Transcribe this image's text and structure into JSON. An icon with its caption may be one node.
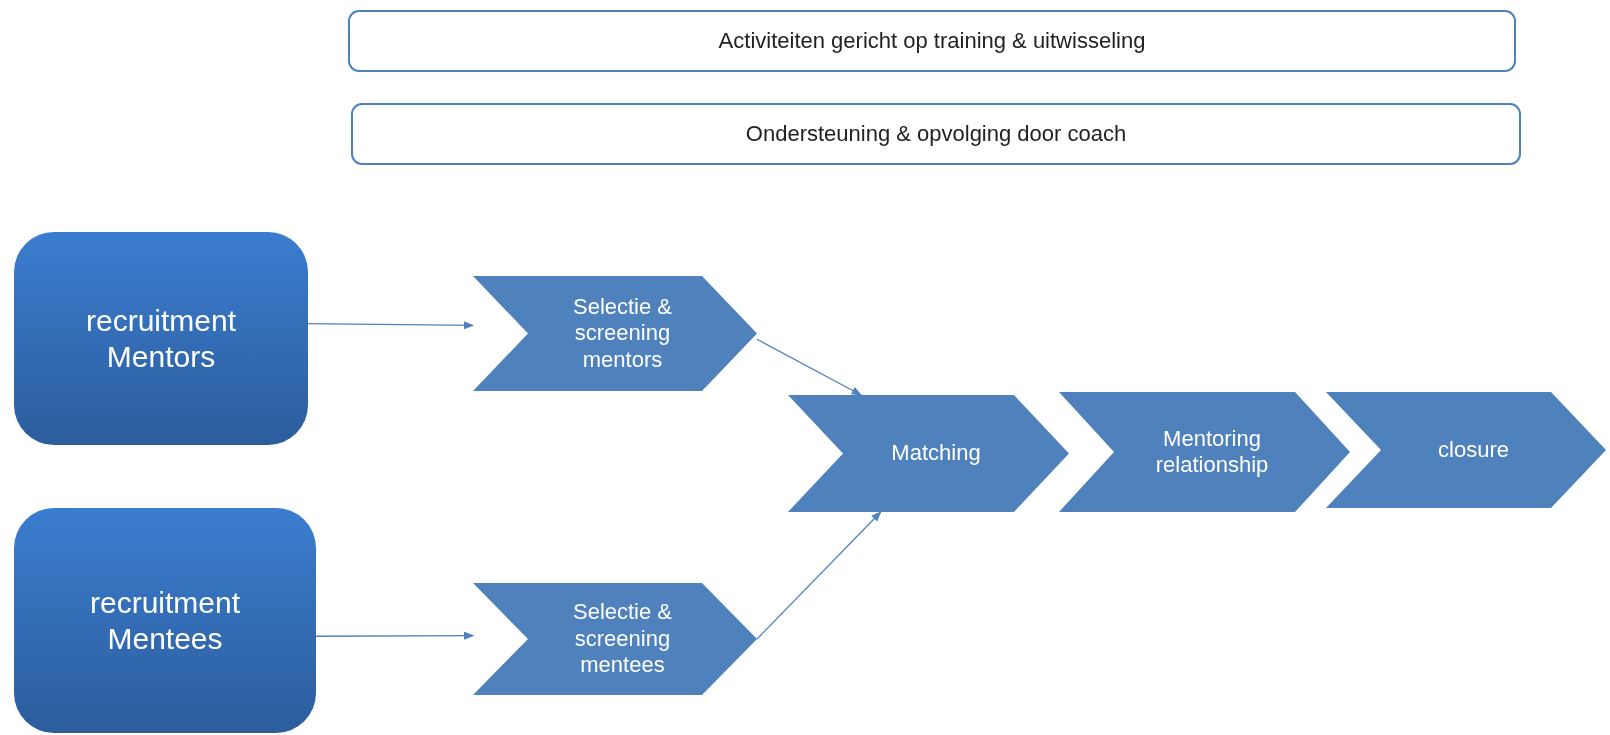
{
  "diagram": {
    "nodes": [
      {
        "text": [
          "Activiteiten gericht op training & uitwisseling"
        ]
      },
      {
        "text": [
          "Ondersteuning & opvolging door coach"
        ]
      },
      {
        "text": [
          "recruitment Mentors"
        ]
      },
      {
        "text": [
          "recruitment Mentees"
        ]
      },
      {
        "text": [
          "Selectie & screening mentors"
        ]
      },
      {
        "text": [
          "Selectie & screening mentees"
        ]
      },
      {
        "text": [
          "Matching"
        ]
      },
      {
        "text": [
          "Mentoring relationship"
        ]
      },
      {
        "text": [
          "closure"
        ]
      }
    ],
    "edges": [
      {
        "from": 2,
        "to": 4,
        "arrow": "to"
      },
      {
        "from": 4,
        "to": 6,
        "arrow": "to"
      },
      {
        "from": 3,
        "to": 5,
        "arrow": "to"
      },
      {
        "from": 5,
        "to": 6,
        "arrow": "to"
      }
    ]
  }
}
